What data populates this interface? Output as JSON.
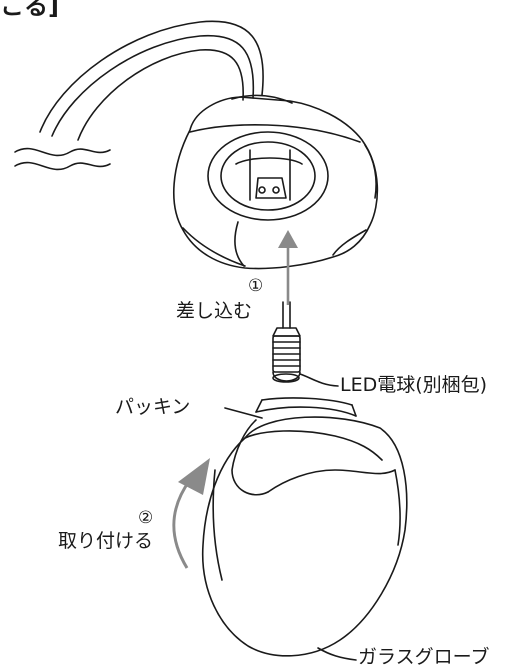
{
  "corner_text": "こる]",
  "steps": {
    "step1_number": "①",
    "step1_text": "差し込む",
    "step2_number": "②",
    "step2_text": "取り付ける"
  },
  "parts": {
    "led_bulb": "LED電球(別梱包)",
    "packing": "パッキン",
    "glass_globe": "ガラスグローブ"
  },
  "colors": {
    "line": "#1a1a1a",
    "arrow": "#8a8a8a"
  }
}
